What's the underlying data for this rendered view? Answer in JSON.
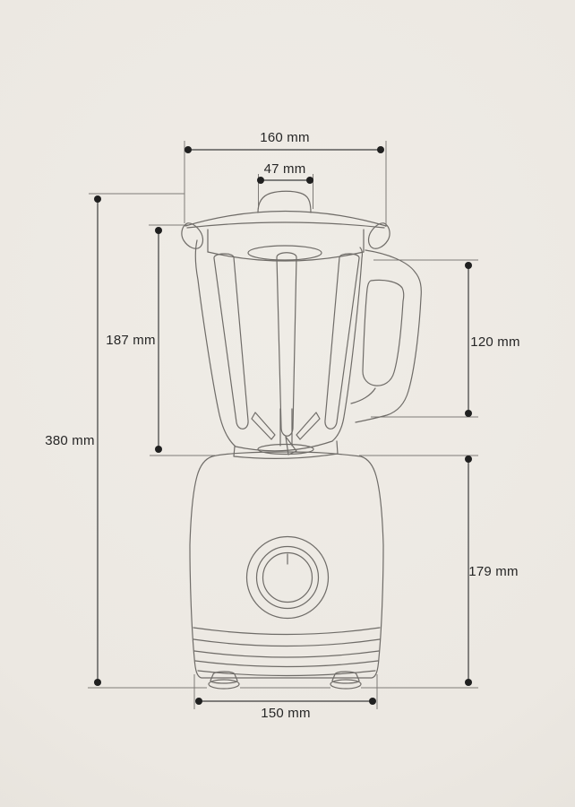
{
  "figure": {
    "subject": "blender-technical-line-drawing",
    "unit": "mm",
    "dimensions": {
      "jar_top_width": {
        "label": "160 mm",
        "value": 160,
        "orientation": "horizontal"
      },
      "lid_cap_width": {
        "label": "47 mm",
        "value": 47,
        "orientation": "horizontal"
      },
      "jar_height": {
        "label": "187 mm",
        "value": 187,
        "orientation": "vertical"
      },
      "total_height": {
        "label": "380 mm",
        "value": 380,
        "orientation": "vertical"
      },
      "handle_height": {
        "label": "120 mm",
        "value": 120,
        "orientation": "vertical"
      },
      "base_height": {
        "label": "179 mm",
        "value": 179,
        "orientation": "vertical"
      },
      "base_width": {
        "label": "150 mm",
        "value": 150,
        "orientation": "horizontal"
      }
    },
    "colors": {
      "background": "#ece8e2",
      "drawing_line": "#6f6c68",
      "dimension_line": "#3c3c3c",
      "label_text": "#262626"
    }
  }
}
